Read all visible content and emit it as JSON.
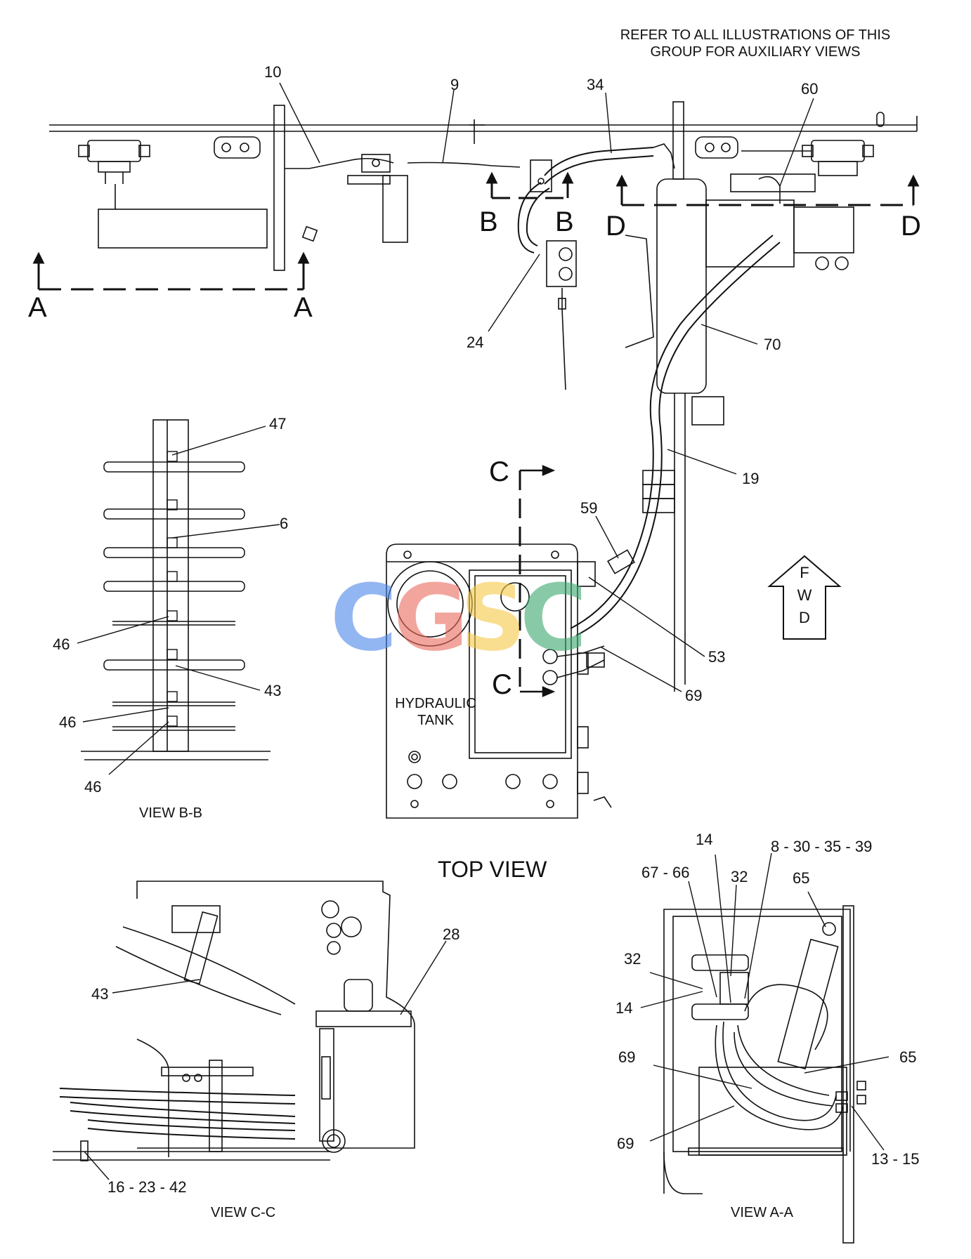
{
  "note": {
    "line1": "REFER TO ALL ILLUSTRATIONS OF THIS",
    "line2": "GROUP FOR AUXILIARY VIEWS"
  },
  "section_marks": {
    "a": "A",
    "b": "B",
    "c": "C",
    "d": "D"
  },
  "callouts": {
    "c10": "10",
    "c9": "9",
    "c34": "34",
    "c60": "60",
    "c24": "24",
    "c70": "70",
    "c19": "19",
    "c59": "59",
    "c53": "53",
    "c69": "69",
    "bb47": "47",
    "bb6": "6",
    "bb46a": "46",
    "bb43": "43",
    "bb46b": "46",
    "bb46c": "46",
    "cc28": "28",
    "cc43": "43",
    "cc16": "16 - 23 - 42",
    "aa14a": "14",
    "aa8": "8 - 30 - 35 - 39",
    "aa6766": "67 - 66",
    "aa32a": "32",
    "aa65a": "65",
    "aa32b": "32",
    "aa14b": "14",
    "aa69a": "69",
    "aa65b": "65",
    "aa69b": "69",
    "aa1315": "13 - 15"
  },
  "tank_label": {
    "line1": "HYDRAULIC",
    "line2": "TANK"
  },
  "fwd": {
    "f": "F",
    "w": "W",
    "d": "D"
  },
  "top_view": "TOP VIEW",
  "views": {
    "bb": "VIEW B-B",
    "cc": "VIEW  C-C",
    "aa": "VIEW A-A"
  },
  "watermark": {
    "letters": [
      "C",
      "G",
      "S",
      "C"
    ],
    "colors": [
      "#4a86e8",
      "#ea6b5d",
      "#f6c945",
      "#3aa870"
    ]
  }
}
